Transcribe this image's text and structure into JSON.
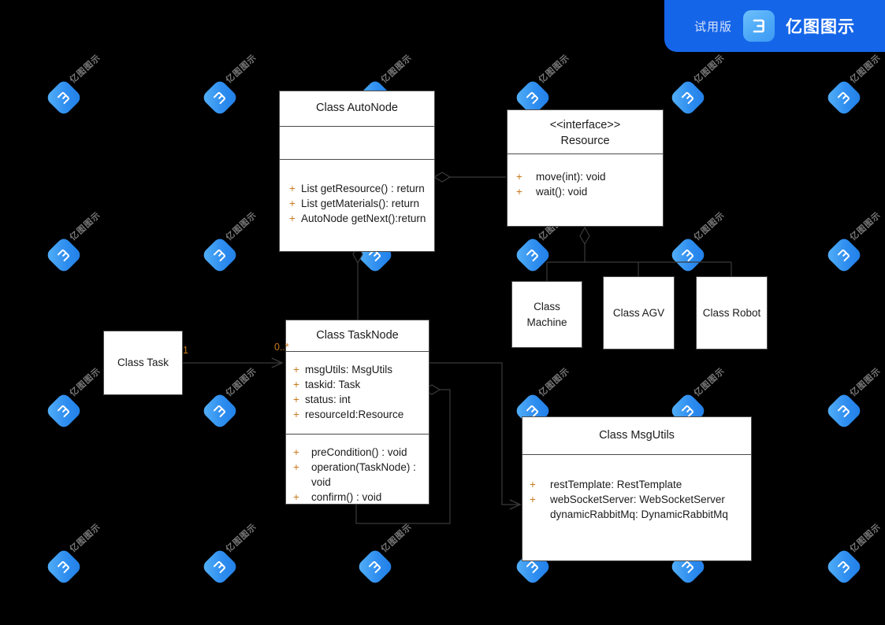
{
  "badge": {
    "trial_label": "试用版",
    "brand_label": "亿图图示",
    "logo_icon": "edraw-logo-icon",
    "bg_color": "#1565e8"
  },
  "watermark": {
    "text": "亿图图示",
    "logo_icon": "edraw-watermark-icon",
    "tile_color": "#2f8ef0",
    "text_color": "#8d8d8d"
  },
  "canvas": {
    "background": "#000000",
    "box_fill": "#ffffff",
    "border_color": "#4a4a4a",
    "visibility_color": "#c87a1e"
  },
  "classes": [
    {
      "id": "autonode",
      "title": "Class AutoNode",
      "attributes": [],
      "methods": [
        {
          "vis": "+",
          "text": "List getResource() : return"
        },
        {
          "vis": "+",
          "text": "List getMaterials(): return"
        },
        {
          "vis": "+",
          "text": "AutoNode getNext():return"
        }
      ]
    },
    {
      "id": "resource",
      "stereotype": "<<interface>>",
      "title": "Resource",
      "methods": [
        {
          "vis": "+",
          "text": "move(int): void"
        },
        {
          "vis": "+",
          "text": "wait(): void"
        }
      ]
    },
    {
      "id": "machine",
      "title": "Class\nMachine"
    },
    {
      "id": "agv",
      "title": "Class AGV"
    },
    {
      "id": "robot",
      "title": "Class Robot"
    },
    {
      "id": "task",
      "title": "Class Task"
    },
    {
      "id": "tasknode",
      "title": "Class TaskNode",
      "attributes": [
        {
          "vis": "+",
          "text": "msgUtils: MsgUtils"
        },
        {
          "vis": "+",
          "text": "taskid: Task"
        },
        {
          "vis": "+",
          "text": "status: int"
        },
        {
          "vis": "+",
          "text": "resourceId:Resource"
        }
      ],
      "methods": [
        {
          "vis": "+",
          "text": "preCondition() : void"
        },
        {
          "vis": "+",
          "text": "operation(TaskNode) : void"
        },
        {
          "vis": "+",
          "text": "confirm() : void"
        }
      ]
    },
    {
      "id": "msgutils",
      "title": "Class MsgUtils",
      "attributes": [
        {
          "vis": "+",
          "text": "restTemplate: RestTemplate"
        },
        {
          "vis": "+",
          "text": "webSocketServer: WebSocketServer"
        },
        {
          "vis": "",
          "text": "dynamicRabbitMq: DynamicRabbitMq"
        }
      ]
    }
  ],
  "multiplicities": [
    {
      "id": "task-end",
      "label": "1"
    },
    {
      "id": "tasknode-end",
      "label": "0..*"
    }
  ],
  "relations": [
    {
      "id": "autonode-resource",
      "type": "aggregation",
      "from": "resource",
      "to": "autonode"
    },
    {
      "id": "autonode-tasknode",
      "type": "aggregation",
      "from": "tasknode",
      "to": "autonode"
    },
    {
      "id": "resource-machine",
      "type": "generalization-tree",
      "from": "resource",
      "to": "machine"
    },
    {
      "id": "resource-agv",
      "type": "generalization-tree",
      "from": "resource",
      "to": "agv"
    },
    {
      "id": "resource-robot",
      "type": "generalization-tree",
      "from": "resource",
      "to": "robot"
    },
    {
      "id": "task-tasknode",
      "type": "association",
      "from": "task",
      "to": "tasknode"
    },
    {
      "id": "tasknode-self",
      "type": "aggregation",
      "from": "tasknode",
      "to": "tasknode"
    },
    {
      "id": "tasknode-msgutils",
      "type": "association",
      "from": "tasknode",
      "to": "msgutils"
    }
  ]
}
